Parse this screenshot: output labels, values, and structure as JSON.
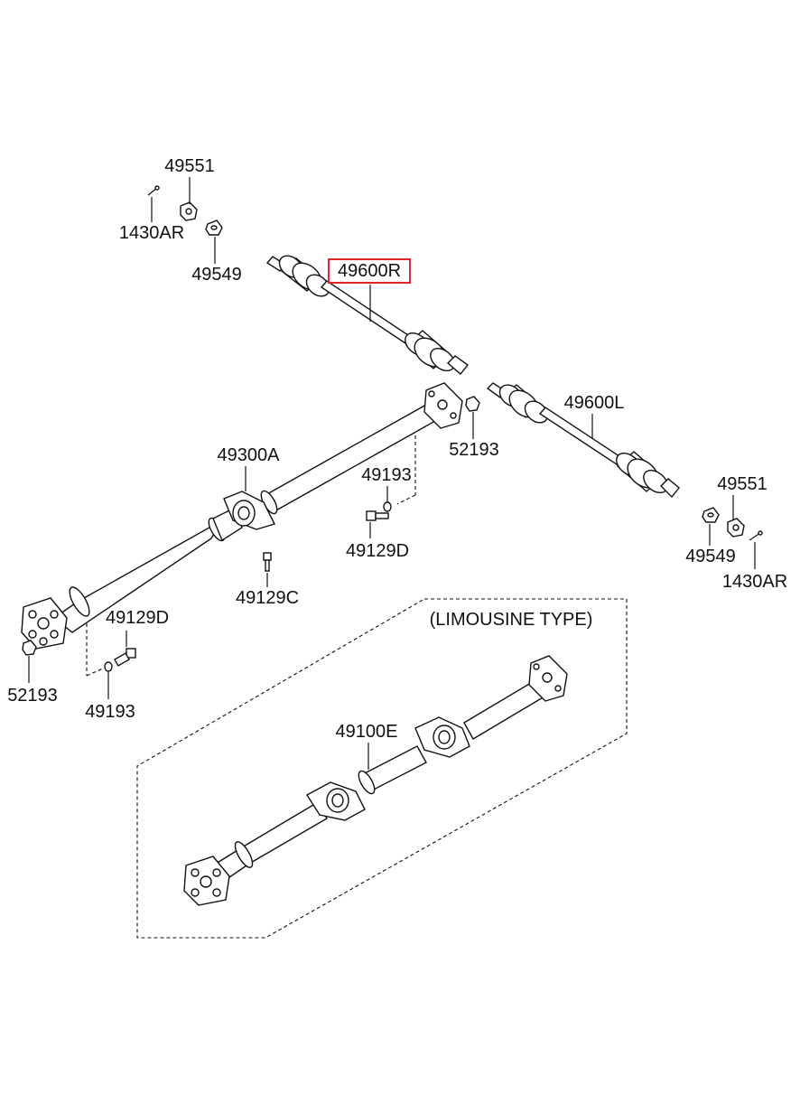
{
  "labels": {
    "p49551_top": "49551",
    "p1430ar_top": "1430AR",
    "p49549_top": "49549",
    "p49600r": "49600R",
    "p49600l": "49600L",
    "p52193_right": "52193",
    "p49300a": "49300A",
    "p49193_mid": "49193",
    "p49129d_mid": "49129D",
    "p49129c": "49129C",
    "p49551_right": "49551",
    "p49549_right": "49549",
    "p1430ar_right": "1430AR",
    "p49129d_left": "49129D",
    "p52193_left": "52193",
    "p49193_left": "49193",
    "limousine_type": "(LIMOUSINE TYPE)",
    "p49100e": "49100E"
  },
  "highlight_color": "#e0262b"
}
